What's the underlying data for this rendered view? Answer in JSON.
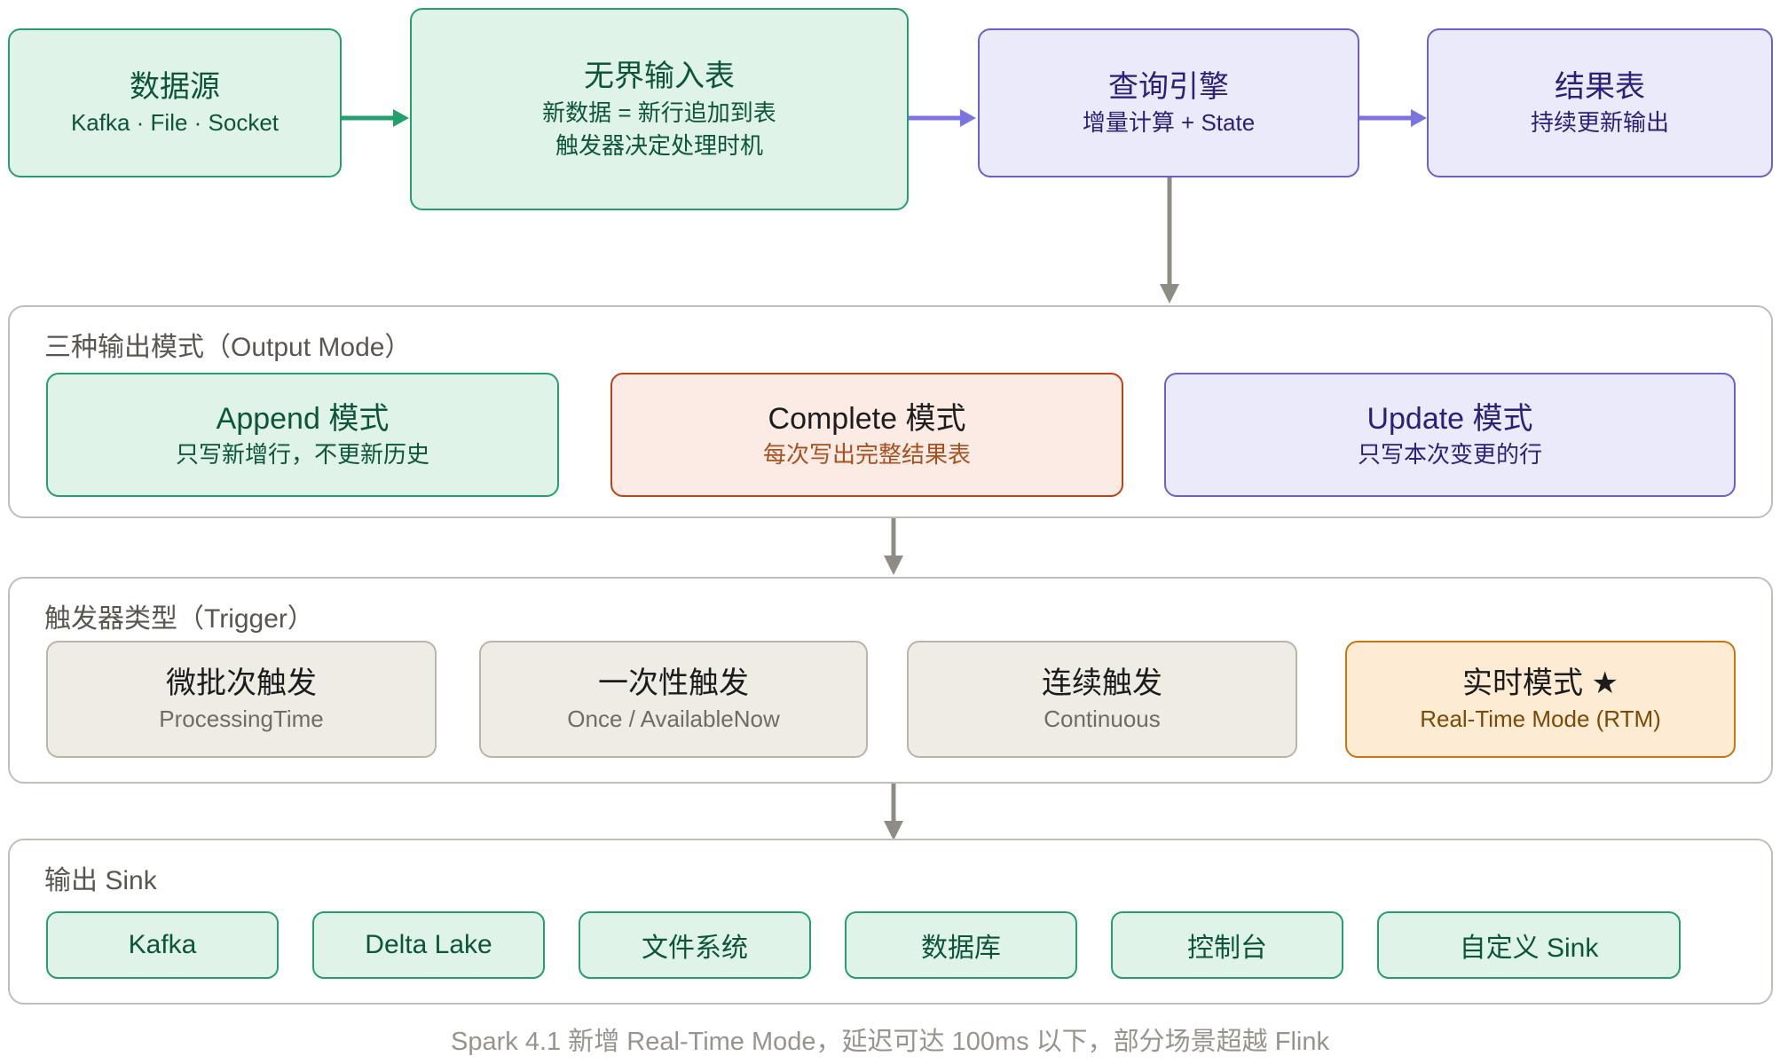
{
  "flow": {
    "source": {
      "title": "数据源",
      "sub1": "Kafka · File · Socket"
    },
    "input_table": {
      "title": "无界输入表",
      "sub1": "新数据 = 新行追加到表",
      "sub2": "触发器决定处理时机"
    },
    "engine": {
      "title": "查询引擎",
      "sub1": "增量计算 + State"
    },
    "result": {
      "title": "结果表",
      "sub1": "持续更新输出"
    }
  },
  "output_mode": {
    "panel_title": "三种输出模式（Output Mode）",
    "items": [
      {
        "title": "Append 模式",
        "sub": "只写新增行，不更新历史",
        "style": "green"
      },
      {
        "title": "Complete 模式",
        "sub": "每次写出完整结果表",
        "style": "redbx"
      },
      {
        "title": "Update 模式",
        "sub": "只写本次变更的行",
        "style": "purple"
      }
    ]
  },
  "trigger": {
    "panel_title": "触发器类型（Trigger）",
    "items": [
      {
        "title": "微批次触发",
        "sub": "ProcessingTime",
        "style": "greybx"
      },
      {
        "title": "一次性触发",
        "sub": "Once / AvailableNow",
        "style": "greybx"
      },
      {
        "title": "连续触发",
        "sub": "Continuous",
        "style": "greybx"
      },
      {
        "title": "实时模式 ★",
        "sub": "Real-Time Mode (RTM)",
        "style": "orangebx"
      }
    ]
  },
  "sink": {
    "panel_title": "输出 Sink",
    "items": [
      {
        "label": "Kafka"
      },
      {
        "label": "Delta Lake"
      },
      {
        "label": "文件系统"
      },
      {
        "label": "数据库"
      },
      {
        "label": "控制台"
      },
      {
        "label": "自定义 Sink"
      }
    ]
  },
  "footer": {
    "text": "Spark 4.1 新增 Real-Time Mode，延迟可达 100ms 以下，部分场景超越 Flink"
  },
  "colors": {
    "green_border": "#23a06e",
    "green_fill": "#e0f3e9",
    "green_text": "#0c5637",
    "purple_border": "#6c5fd0",
    "purple_fill": "#eaeafb",
    "purple_text": "#2b1f7a",
    "red_border": "#bf4216",
    "red_fill": "#fbebe4",
    "red_text": "#a8501f",
    "orange_border": "#c9760c",
    "orange_fill": "#fdebd3",
    "orange_text": "#7a4a06",
    "grey_border": "#b9b5ab",
    "grey_fill": "#efece6",
    "grey_text": "#6f6c66",
    "panel_border": "#c1beb8",
    "arrow_grey": "#8f8c85",
    "footer_text": "#97948d"
  },
  "arrows": {
    "source_to_input": "green-right-arrow",
    "input_to_engine": "purple-right-arrow",
    "engine_to_result": "purple-right-arrow",
    "engine_to_outputmode": "grey-down-arrow",
    "outputmode_to_trigger": "grey-down-arrow",
    "trigger_to_sink": "grey-down-arrow"
  }
}
